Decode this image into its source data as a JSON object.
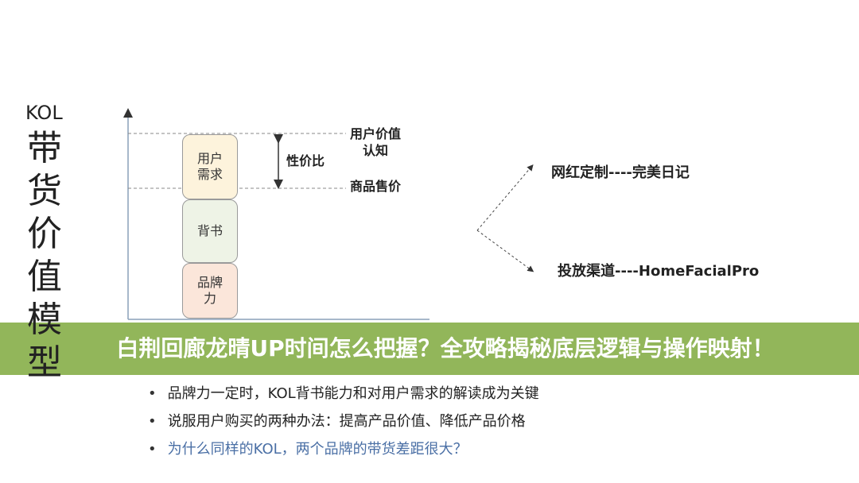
{
  "slide": {
    "kol_label": "KOL",
    "vertical_title": "带货价值模型",
    "blocks": [
      {
        "label": "用户\n需求",
        "color": "#fdf3dc"
      },
      {
        "label": "背书",
        "color": "#eef3e6"
      },
      {
        "label": "品牌\n力",
        "color": "#fbe6da"
      }
    ],
    "labels": {
      "user_value": "用户价值\n认知",
      "price_performance": "性价比",
      "selling_price": "商品售价"
    },
    "right_items": [
      "网红定制----完美日记",
      "投放渠道----HomeFacialPro"
    ],
    "bullets": [
      {
        "text": "品牌力一定时，KOL背书能力和对用户需求的解读成为关键",
        "color": "#222222"
      },
      {
        "text": "说服用户购买的两种办法：提高产品价值、降低产品价格",
        "color": "#222222"
      },
      {
        "text": "为什么同样的KOL，两个品牌的带货差距很大？",
        "color": "#4a6fa5"
      }
    ]
  },
  "banner": {
    "title": "白荆回廊龙晴UP时间怎么把握？全攻略揭秘底层逻辑与操作映射！",
    "color": "#86ae48"
  }
}
